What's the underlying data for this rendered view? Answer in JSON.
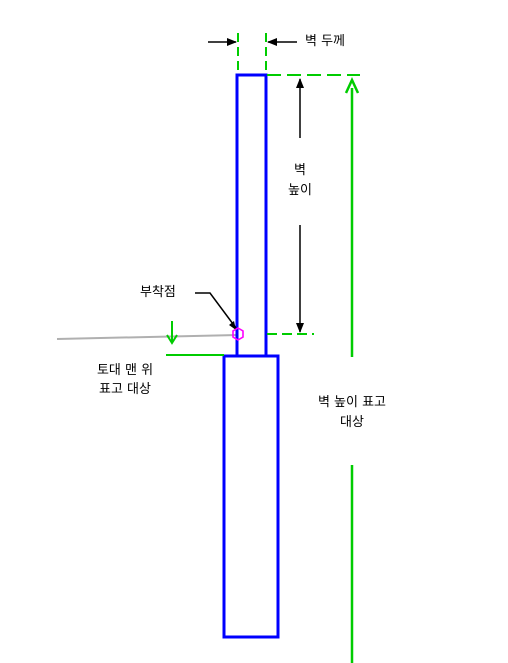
{
  "labels": {
    "wall_thickness": "벽 두께",
    "wall_height_line1": "벽",
    "wall_height_line2": "높이",
    "attachment_point": "부착점",
    "base_top_line1": "토대 맨 위",
    "base_top_line2": "표고 대상",
    "wall_elevation_line1": "벽 높이 표고",
    "wall_elevation_line2": "대상"
  },
  "colors": {
    "wall_outline": "#0000ff",
    "dimension": "#00cc00",
    "arrow": "#000000",
    "attachment_marker": "#ff00ff",
    "reference_line": "#b0b0b0"
  },
  "icons": {
    "attachment_marker": "hexagon-marker-icon"
  }
}
